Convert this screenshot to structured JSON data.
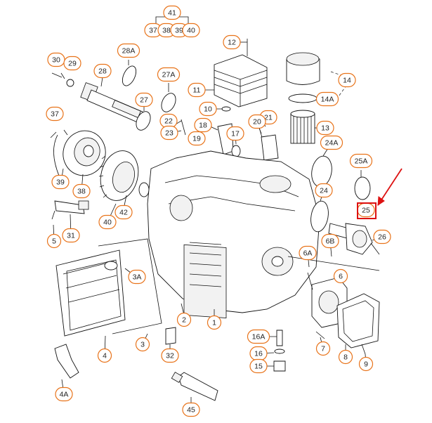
{
  "diagram": {
    "labels": [
      "41",
      "37",
      "38",
      "39",
      "40",
      "12",
      "30",
      "29",
      "28A",
      "28",
      "27A",
      "27",
      "11",
      "10",
      "14",
      "14A",
      "37",
      "22",
      "21",
      "20",
      "18",
      "17",
      "13",
      "23",
      "19",
      "24A",
      "25A",
      "39",
      "38",
      "24",
      "25",
      "26",
      "42",
      "40",
      "31",
      "5",
      "3A",
      "6A",
      "6B",
      "6",
      "7",
      "3",
      "2",
      "1",
      "16A",
      "16",
      "15",
      "8",
      "9",
      "4",
      "32",
      "4A",
      "45"
    ],
    "highlighted_label": "25",
    "colors": {
      "callout_border": "#e8731a",
      "highlight": "#dd1111",
      "line": "#111111"
    }
  }
}
